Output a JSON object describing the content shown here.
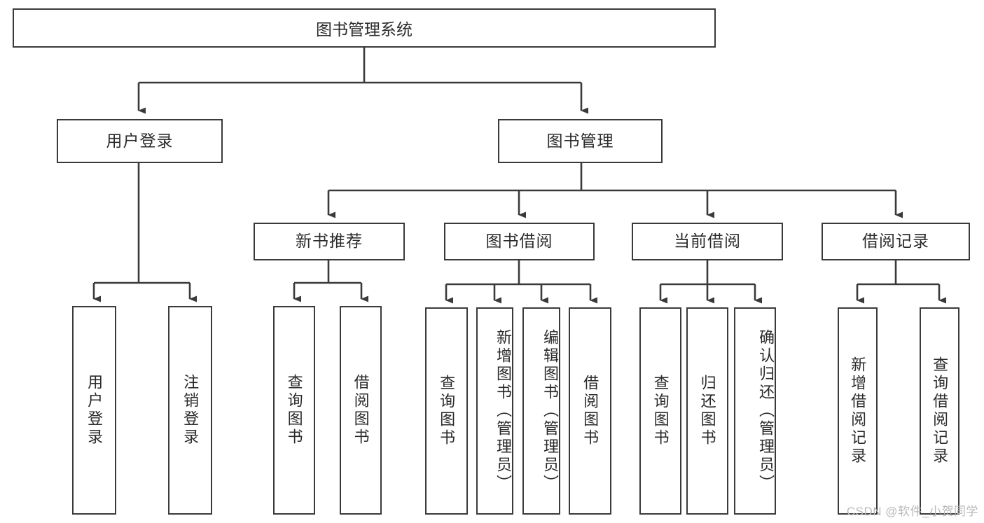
{
  "diagram": {
    "title": "图书管理系统",
    "watermark": "CSDN @软件_小贺同学",
    "root": {
      "label": "图书管理系统"
    },
    "level2": [
      {
        "id": "user-login",
        "label": "用户登录"
      },
      {
        "id": "book-management",
        "label": "图书管理"
      }
    ],
    "level3": [
      {
        "id": "new-book-recommend",
        "label": "新书推荐"
      },
      {
        "id": "book-borrow",
        "label": "图书借阅"
      },
      {
        "id": "current-borrow",
        "label": "当前借阅"
      },
      {
        "id": "borrow-record",
        "label": "借阅记录"
      }
    ],
    "leaves": {
      "user_login": [
        {
          "id": "leaf-user-login",
          "label": "用户登录"
        },
        {
          "id": "leaf-logout",
          "label": "注销登录"
        }
      ],
      "new_book_recommend": [
        {
          "id": "leaf-query-book-1",
          "label": "查询图书"
        },
        {
          "id": "leaf-borrow-book-1",
          "label": "借阅图书"
        }
      ],
      "book_borrow": [
        {
          "id": "leaf-query-book-2",
          "label": "查询图书"
        },
        {
          "id": "leaf-add-book",
          "label": "新增图书（管理员）"
        },
        {
          "id": "leaf-edit-book",
          "label": "编辑图书（管理员）"
        },
        {
          "id": "leaf-borrow-book-2",
          "label": "借阅图书"
        }
      ],
      "current_borrow": [
        {
          "id": "leaf-query-book-3",
          "label": "查询图书"
        },
        {
          "id": "leaf-return-book",
          "label": "归还图书"
        },
        {
          "id": "leaf-confirm-return",
          "label": "确认归还（管理员）"
        }
      ],
      "borrow_record": [
        {
          "id": "leaf-add-record",
          "label": "新增借阅记录"
        },
        {
          "id": "leaf-query-record",
          "label": "查询借阅记录"
        }
      ]
    },
    "colors": {
      "stroke": "#3a3a3a",
      "text": "#2b2b2b",
      "background": "#ffffff",
      "watermark": "#b9b9b9"
    }
  }
}
